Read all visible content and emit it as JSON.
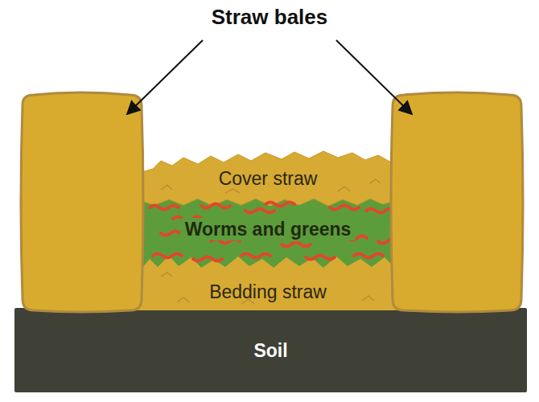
{
  "diagram": {
    "nodes": [
      {
        "text": [
          "Cover straw"
        ]
      },
      {
        "text": [
          "Worms and greens"
        ]
      },
      {
        "text": [
          "Bedding straw"
        ]
      },
      {
        "text": [
          "Soil"
        ]
      }
    ],
    "labels": [
      "Straw bales"
    ]
  }
}
